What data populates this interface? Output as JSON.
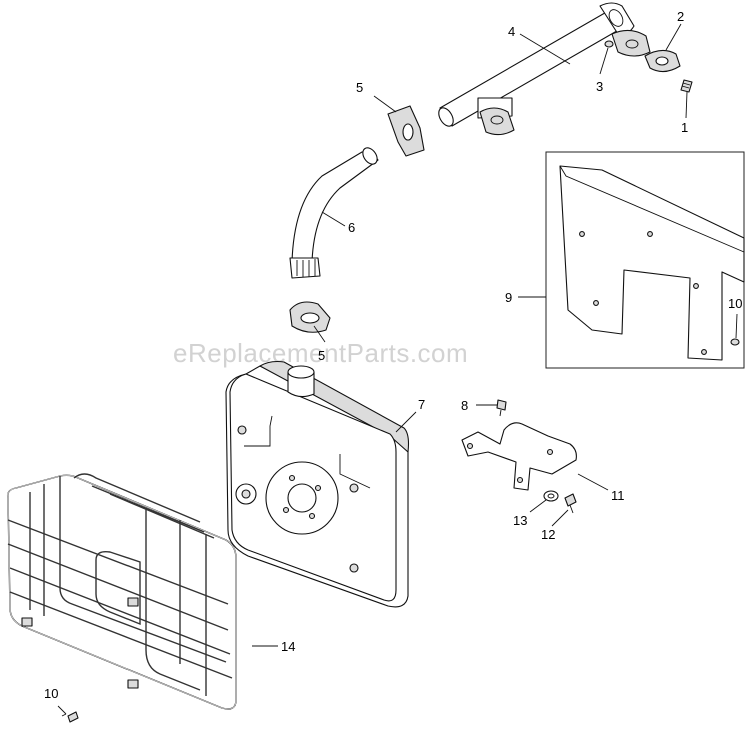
{
  "watermark": "eReplacementParts.com",
  "callouts": [
    {
      "id": "c1",
      "text": "1"
    },
    {
      "id": "c2",
      "text": "2"
    },
    {
      "id": "c3",
      "text": "3"
    },
    {
      "id": "c4",
      "text": "4"
    },
    {
      "id": "c5a",
      "text": "5"
    },
    {
      "id": "c5b",
      "text": "5"
    },
    {
      "id": "c6",
      "text": "6"
    },
    {
      "id": "c7",
      "text": "7"
    },
    {
      "id": "c8",
      "text": "8"
    },
    {
      "id": "c9",
      "text": "9"
    },
    {
      "id": "c10a",
      "text": "10"
    },
    {
      "id": "c10b",
      "text": "10"
    },
    {
      "id": "c11",
      "text": "11"
    },
    {
      "id": "c12",
      "text": "12"
    },
    {
      "id": "c13",
      "text": "13"
    },
    {
      "id": "c14",
      "text": "14"
    }
  ]
}
